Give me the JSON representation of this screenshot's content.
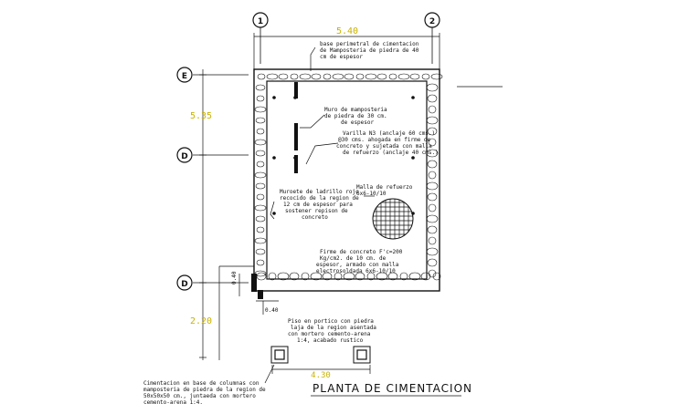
{
  "title": "PLANTA DE CIMENTACION",
  "axes": {
    "a1": "1",
    "a2": "2",
    "ae": "E",
    "ad1": "D",
    "ad2": "D"
  },
  "dimensions": {
    "top": "5.40",
    "left_upper": "5.35",
    "left_lower": "2.20",
    "bottom": "4.30",
    "small_v": "0.40",
    "small_h": "0.40"
  },
  "notes": {
    "n1": [
      "base perimetral de cimentacion",
      "de Mamposteria de piedra de 40",
      "cm de espesor"
    ],
    "n2": [
      "Muro de mamposteria",
      "de piedra de 30 cm.",
      "de espesor"
    ],
    "n3": [
      "Varilla N3 (anclaje 60 cms.)",
      "@30 cms. ahogada en firme de",
      "concreto y sujetada con malla",
      "de refuerzo (anclaje 40 cms.)"
    ],
    "n4": [
      "Muroete de ladrillo rojo",
      "recocido de la region de",
      "12 cm de espesor para",
      "sostener repison de",
      "concreto"
    ],
    "n5": [
      "Malla de refuerzo",
      "6x6-10/10"
    ],
    "n6": [
      "Firme de concreto F'c=200",
      "Kg/cm2. de 10 cm. de",
      "espesor, armado con malla",
      "electrosoldada 6x6-10/10"
    ],
    "n7": [
      "Piso en portico con piedra",
      "laja de la region asentada",
      "con mortero cemento-arena",
      "1:4, acabado rustico"
    ],
    "n8": [
      "Cimentacion en base de columnas con",
      "mamposteria de piedra de la region de",
      "50x50x50 cm., juntaeda con mortero",
      "cemento-arena 1:4."
    ]
  },
  "colors": {
    "line": "#111111",
    "dimension": "#c9b200",
    "background": "#ffffff"
  }
}
